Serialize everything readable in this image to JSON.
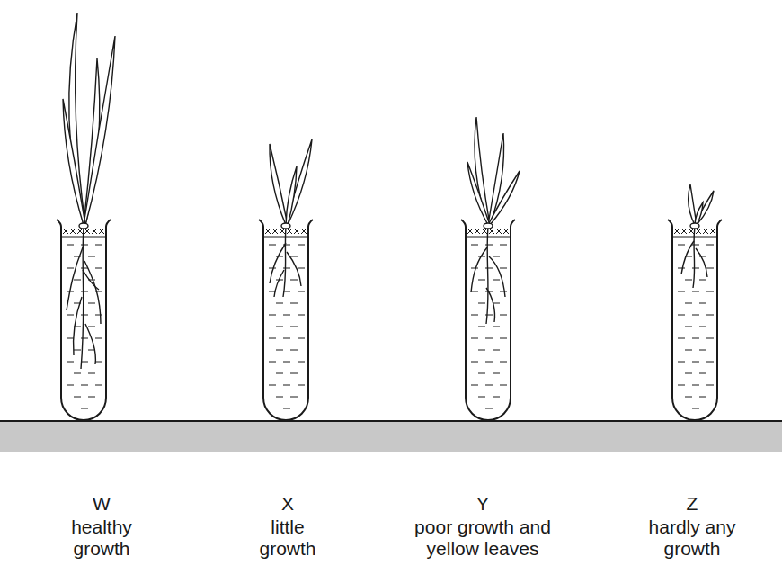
{
  "diagram": {
    "labels": [
      "W",
      "healthy growth",
      "X",
      "little growth",
      "Y",
      "poor growth and yellow leaves",
      "Z",
      "hardly any growth"
    ]
  }
}
